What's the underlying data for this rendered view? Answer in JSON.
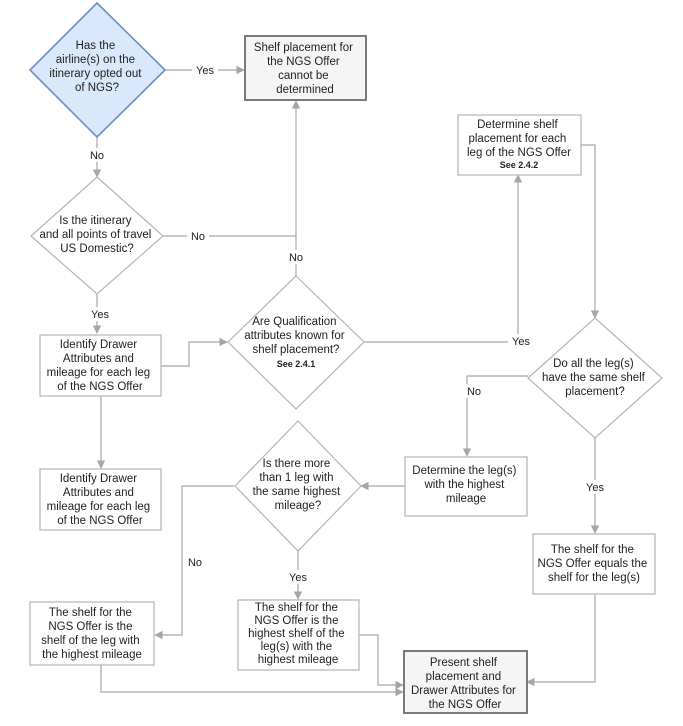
{
  "colors": {
    "line": "#a6a6a6",
    "text": "#222222",
    "start_fill": "#dae8fc",
    "start_stroke": "#6c8ebf",
    "terminal_stroke": "#7a7a7a",
    "box_stroke": "#b3b3b3"
  },
  "nodes": {
    "airline_opted_out": {
      "line1": "Has the",
      "line2": "airline(s) on the",
      "line3": "itinerary opted out",
      "line4": "of NGS?"
    },
    "shelf_cannot_be_determined": {
      "line1": "Shelf placement for",
      "line2": "the NGS Offer",
      "line3": "cannot be",
      "line4": "determined"
    },
    "determine_shelf_each_leg": {
      "line1": "Determine shelf",
      "line2": "placement for each",
      "line3": "leg of the NGS Offer",
      "ref": "See 2.4.2"
    },
    "us_domestic": {
      "line1": "Is the itinerary",
      "line2": "and all points of travel",
      "line3": "US Domestic?"
    },
    "qualification_known": {
      "line1": "Are Qualification",
      "line2": "attributes known for",
      "line3": "shelf placement?",
      "ref": "See 2.4.1"
    },
    "identify_drawer_top": {
      "line1": "Identify Drawer",
      "line2": "Attributes and",
      "line3": "mileage for each leg",
      "line4": "of the NGS Offer"
    },
    "same_shelf_all_legs": {
      "line1": "Do all the leg(s)",
      "line2": "have the same shelf",
      "line3": "placement?"
    },
    "identify_drawer_bottom": {
      "line1": "Identify Drawer",
      "line2": "Attributes and",
      "line3": "mileage for each leg",
      "line4": "of the NGS Offer"
    },
    "more_than_one_leg": {
      "line1": "Is there more",
      "line2": "than 1 leg with",
      "line3": "the same highest",
      "line4": "mileage?"
    },
    "determine_highest_leg": {
      "line1": "Determine the leg(s)",
      "line2": "with the highest",
      "line3": "mileage"
    },
    "shelf_equals_legs": {
      "line1": "The shelf for the",
      "line2": "NGS Offer equals the",
      "line3": "shelf for the leg(s)"
    },
    "shelf_of_leg_highest": {
      "line1": "The shelf for the",
      "line2": "NGS Offer is the",
      "line3": "shelf of the leg with",
      "line4": "the highest mileage"
    },
    "highest_shelf_of_legs": {
      "line1": "The shelf for the",
      "line2": "NGS Offer is the",
      "line3": "highest shelf of the",
      "line4": "leg(s) with the",
      "line5": "highest mileage"
    },
    "present_shelf": {
      "line1": "Present shelf",
      "line2": "placement and",
      "line3": "Drawer Attributes for",
      "line4": "the NGS Offer"
    }
  },
  "edge_labels": {
    "opted_out_yes": "Yes",
    "opted_out_no": "No",
    "domestic_no": "No",
    "domestic_yes": "Yes",
    "qualification_no": "No",
    "qualification_yes": "Yes",
    "same_shelf_no": "No",
    "same_shelf_yes": "Yes",
    "more_than_one_no": "No",
    "more_than_one_yes": "Yes"
  }
}
